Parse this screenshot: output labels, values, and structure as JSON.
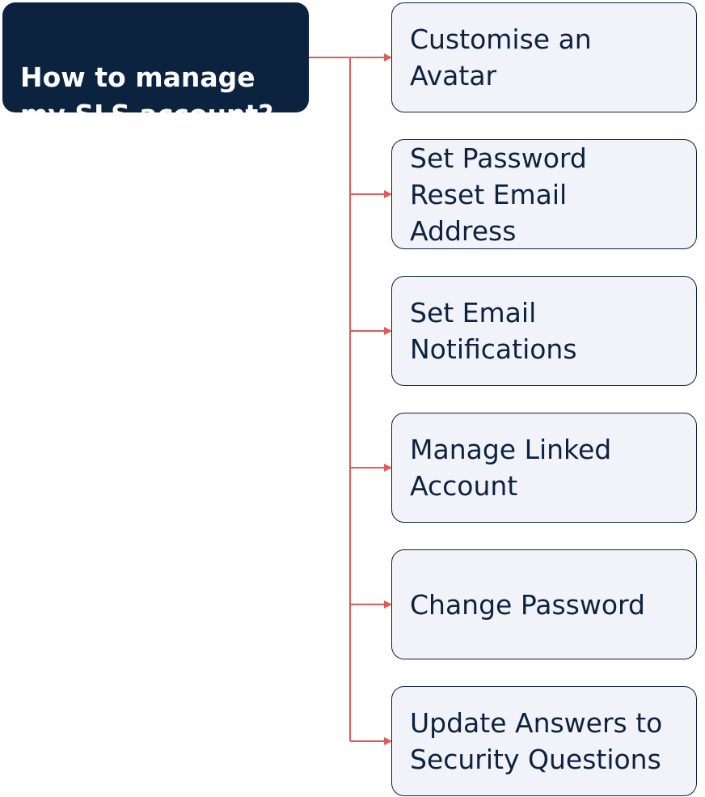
{
  "root": {
    "label": "How to manage\nmy SLS account?"
  },
  "items": [
    {
      "label": "Customise an\nAvatar"
    },
    {
      "label": "Set Password\nReset Email\nAddress"
    },
    {
      "label": "Set Email\nNotifications"
    },
    {
      "label": "Manage Linked\nAccount"
    },
    {
      "label": "Change Password"
    },
    {
      "label": "Update Answers to\nSecurity Questions"
    }
  ],
  "colors": {
    "root_fill": "#0c2340",
    "item_fill": "#f1f3f8",
    "connector": "#e05a5a",
    "text_dark": "#0c2340"
  }
}
